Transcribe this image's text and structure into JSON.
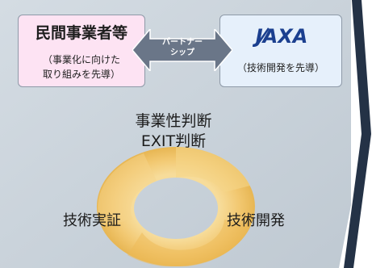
{
  "partner_box": {
    "title": "民間事業者等",
    "subtitle_line1": "（事業化に向けた",
    "subtitle_line2": "取り組みを先導）"
  },
  "partnership_arrow": {
    "label_line1": "パートナー",
    "label_line2": "シップ"
  },
  "jaxa_box": {
    "logo_text": "JAXA",
    "subtitle": "（技術開発を先導）"
  },
  "cycle": {
    "top_label_line1": "事業性判断",
    "top_label_line2": "EXIT判断",
    "left_label": "技術実証",
    "right_label": "技術開発"
  },
  "colors": {
    "background_panel": "#c9d3db",
    "partner_fill": "#fde3f3",
    "jaxa_fill": "#e6f0fb",
    "arrow_fill": "#6a7688",
    "ring_fill": "#f2c871",
    "dark_chevron": "#243246",
    "jaxa_logo": "#1b3f8f"
  },
  "icons": {
    "jaxa_logo": "jaxa-logo-icon",
    "double_arrow": "double-arrow-icon",
    "chevron": "chevron-right-icon"
  }
}
